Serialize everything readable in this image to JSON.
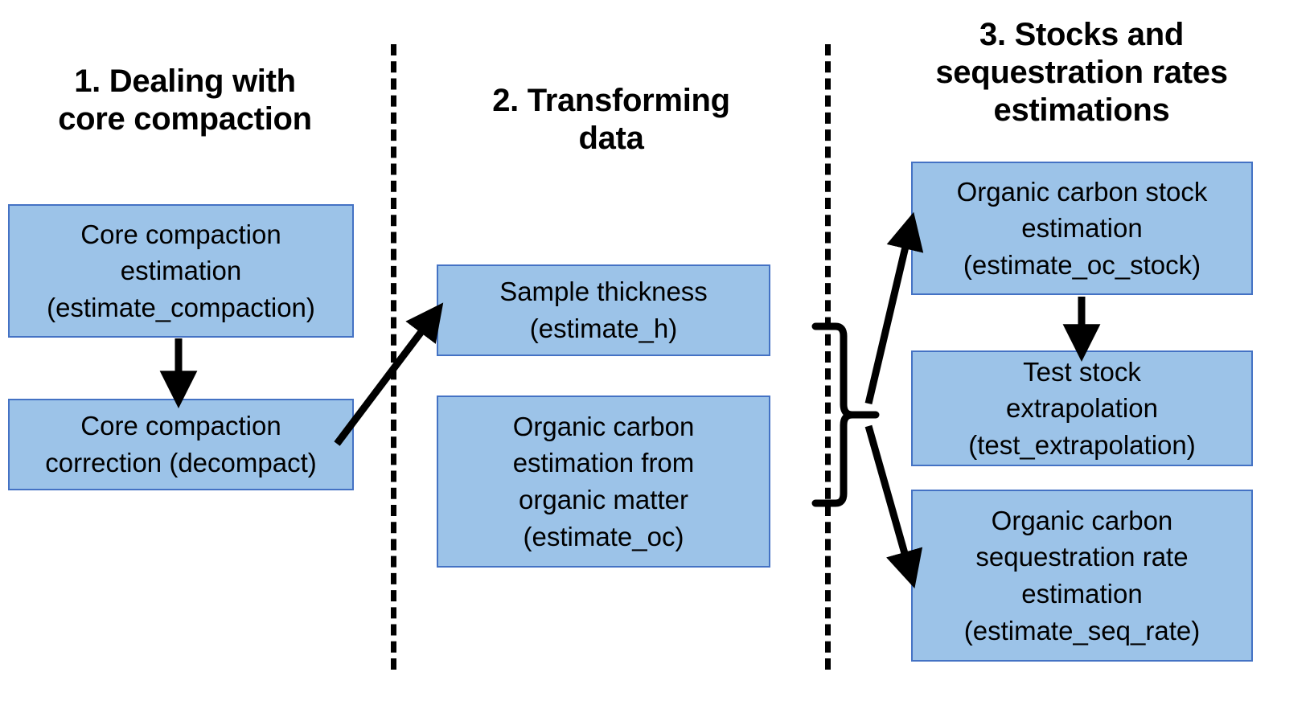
{
  "diagram": {
    "title_note": "Workflow diagram of organic carbon stock estimation steps",
    "background_color": "#ffffff",
    "box_fill_color": "#9CC3E8",
    "box_border_color": "#4472C4",
    "connector_color": "#000000",
    "columns": [
      {
        "id": "col-1",
        "heading": "1. Dealing with\ncore compaction",
        "boxes": [
          {
            "id": "box-core-compaction-estimation",
            "label": "Core compaction\nestimation\n(estimate_compaction)"
          },
          {
            "id": "box-core-compaction-correction",
            "label": "Core compaction\ncorrection (decompact)"
          }
        ]
      },
      {
        "id": "col-2",
        "heading": "2. Transforming\ndata",
        "boxes": [
          {
            "id": "box-sample-thickness",
            "label": "Sample thickness\n(estimate_h)"
          },
          {
            "id": "box-organic-carbon-estimation",
            "label": "Organic carbon\nestimation from\norganic matter\n(estimate_oc)"
          }
        ]
      },
      {
        "id": "col-3",
        "heading": "3. Stocks and\nsequestration rates\nestimations",
        "boxes": [
          {
            "id": "box-oc-stock-estimation",
            "label": "Organic carbon stock\nestimation\n(estimate_oc_stock)"
          },
          {
            "id": "box-test-stock-extrapolation",
            "label": "Test stock\nextrapolation\n(test_extrapolation)"
          },
          {
            "id": "box-oc-sequestration-rate",
            "label": "Organic carbon\nsequestration rate\nestimation\n(estimate_seq_rate)"
          }
        ]
      }
    ],
    "connectors": [
      {
        "id": "arrow-compaction-to-correction",
        "kind": "arrow-vertical-down"
      },
      {
        "id": "arrow-correction-to-thickness",
        "kind": "arrow-diagonal-up-right"
      },
      {
        "id": "brace-transforming-outputs",
        "kind": "curly-brace-right"
      },
      {
        "id": "arrow-brace-to-oc-stock",
        "kind": "arrow-diagonal-up-right"
      },
      {
        "id": "arrow-brace-to-seq-rate",
        "kind": "arrow-diagonal-down-right"
      },
      {
        "id": "arrow-oc-stock-to-test-extrapolation",
        "kind": "arrow-vertical-down"
      }
    ],
    "dividers": [
      {
        "id": "divider-1",
        "kind": "vertical-dashed-line"
      },
      {
        "id": "divider-2",
        "kind": "vertical-dashed-line"
      }
    ]
  }
}
